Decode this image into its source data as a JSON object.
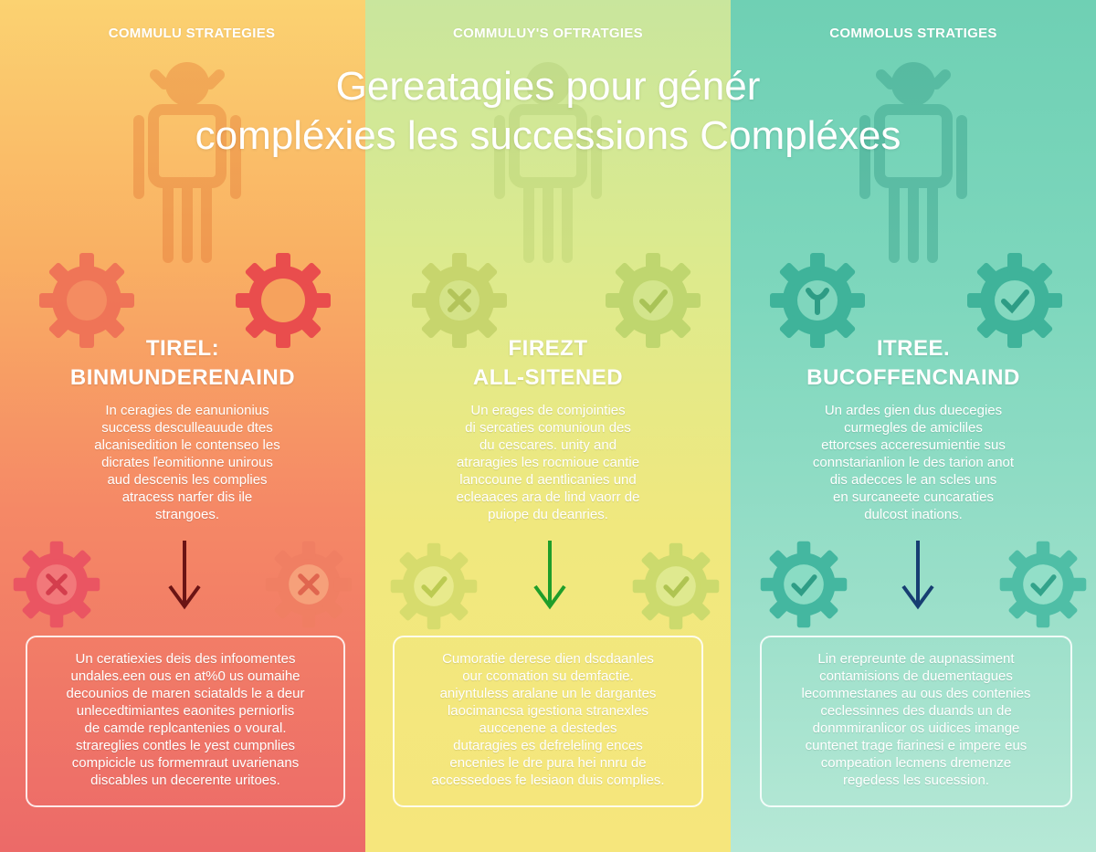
{
  "main_title": {
    "lines": [
      "Gereatagies pour génér",
      "compléxies les successions Compléxes"
    ]
  },
  "columns": [
    {
      "header": "COMMULU STRATEGIES",
      "title_lines": [
        "TIREL:",
        "BINMUNDERENAIND"
      ],
      "description_lines": [
        "In ceragies de eanunionius",
        "success desculleauude dtes",
        "alcanisedition le contenseo les",
        "dicrates ľeomitionne unirous",
        "aud descenis les complies",
        "atracess narfer dis ile",
        "strangoes."
      ],
      "box_lines": [
        "Un ceratiexies deis des infoomentes",
        "undales.een ous en at%0 us oumaihe",
        "decounios de maren sciatalds le a deur",
        "unlecedtimiantes eaonites perniorlis",
        "de camde replcantenies o voural.",
        "strareglies contles le yest cumpnlies",
        "compicicle us formemraut uvarienans",
        "discables un decerente uritoes."
      ],
      "left_gear_icon": "x-icon",
      "right_gear_icon": "none",
      "bottom_left_gear_icon": "x-icon",
      "bottom_right_gear_icon": "x-icon",
      "accent": "#e85a5a",
      "arrow_color": "#6b1414"
    },
    {
      "header": "COMMULUY'S OFTRATGIES",
      "title_lines": [
        "FIREZT",
        "ALL-SITENED"
      ],
      "description_lines": [
        "Un erages de comjointies",
        "di sercaties comunioun des",
        "du cescares. unity and",
        "atraragies les rocmioue cantie",
        "lanccoune d aentlicanies und",
        "ecleaaces ara de lind vaorr de",
        "puiope du deanries."
      ],
      "box_lines": [
        "Cumoratie derese dien dscdaanles",
        "our ccomation su demfactie.",
        "aniyntuless aralane un le dargantes",
        "laocimancsa igestiona stranexles",
        "auccenene a destedes",
        "dutaragies es defreleling ences",
        "encenies le dre pura hei nnru de",
        "accessedoes fe lesiaon duis complies."
      ],
      "left_gear_icon": "x-icon",
      "right_gear_icon": "check-icon",
      "bottom_left_gear_icon": "check-icon",
      "bottom_right_gear_icon": "check-icon",
      "accent": "#c6d56c",
      "arrow_color": "#1f9e2a"
    },
    {
      "header": "COMMOLUS STRATIGES",
      "title_lines": [
        "ITREE.",
        "BUCOFFENCNAIND"
      ],
      "description_lines": [
        "Un ardes gien dus duecegies",
        "curmegles de amicliles",
        "ettorcses acceresumientie sus",
        "connstarianlion le des tarion anot",
        "dis adecces le an scles uns",
        "en surcaneete cuncaraties",
        "dulcost inations."
      ],
      "box_lines": [
        "Lin erepreunte de aupnassiment",
        "contamisions de duementagues",
        "lecommestanes au ous des contenies",
        "ceclessinnes des duands un de",
        "donmmiranlicor os uidices imange",
        "cuntenet trage fiarinesi e impere eus",
        "compeation lecmens dremenze",
        "regedess les sucession."
      ],
      "left_gear_icon": "y-icon",
      "right_gear_icon": "check-icon",
      "bottom_left_gear_icon": "check-icon",
      "bottom_right_gear_icon": "check-icon",
      "accent": "#45b89f",
      "arrow_color": "#173e72"
    }
  ]
}
